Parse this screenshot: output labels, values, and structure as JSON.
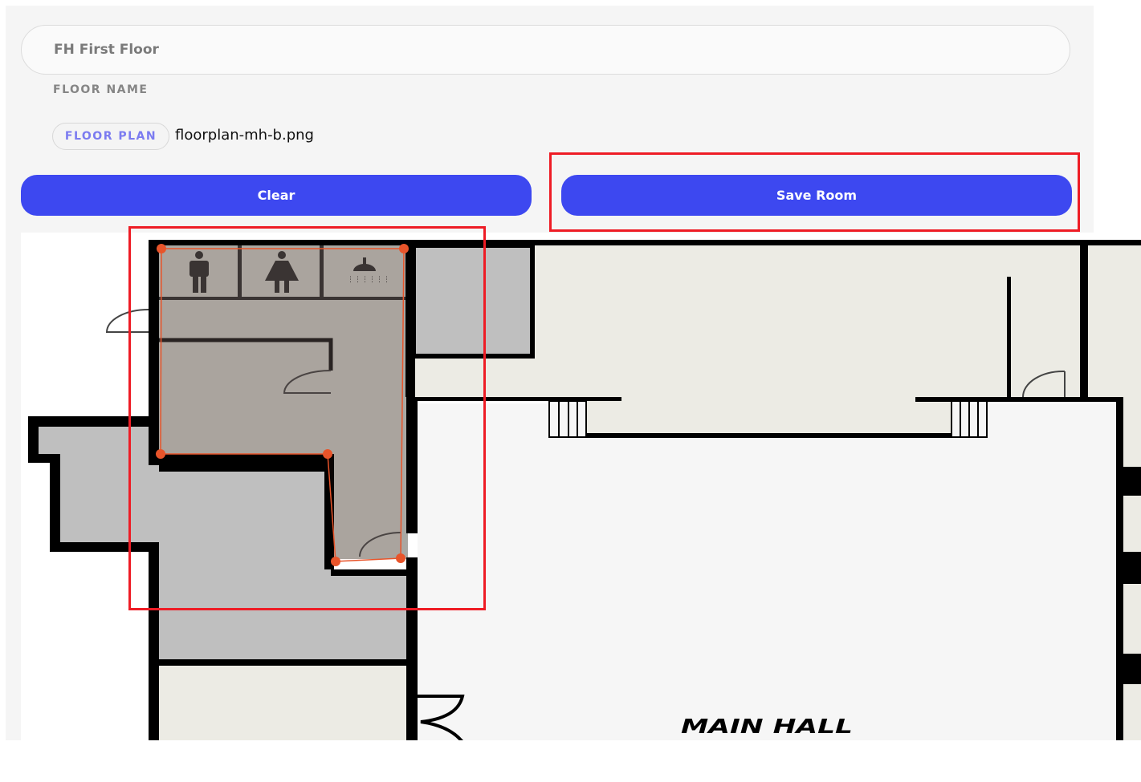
{
  "form": {
    "floor_name_value": "FH First Floor",
    "floor_name_label": "FLOOR NAME",
    "floor_plan_button": "FLOOR PLAN",
    "floor_plan_file": "floorplan-mh-b.png",
    "clear_label": "Clear",
    "save_label": "Save Room"
  },
  "floorplan": {
    "room_label": "MAIN HALL",
    "polygon_color": "#e8542a"
  },
  "colors": {
    "accent": "#3d48f0",
    "annotation": "#ee1c25"
  }
}
